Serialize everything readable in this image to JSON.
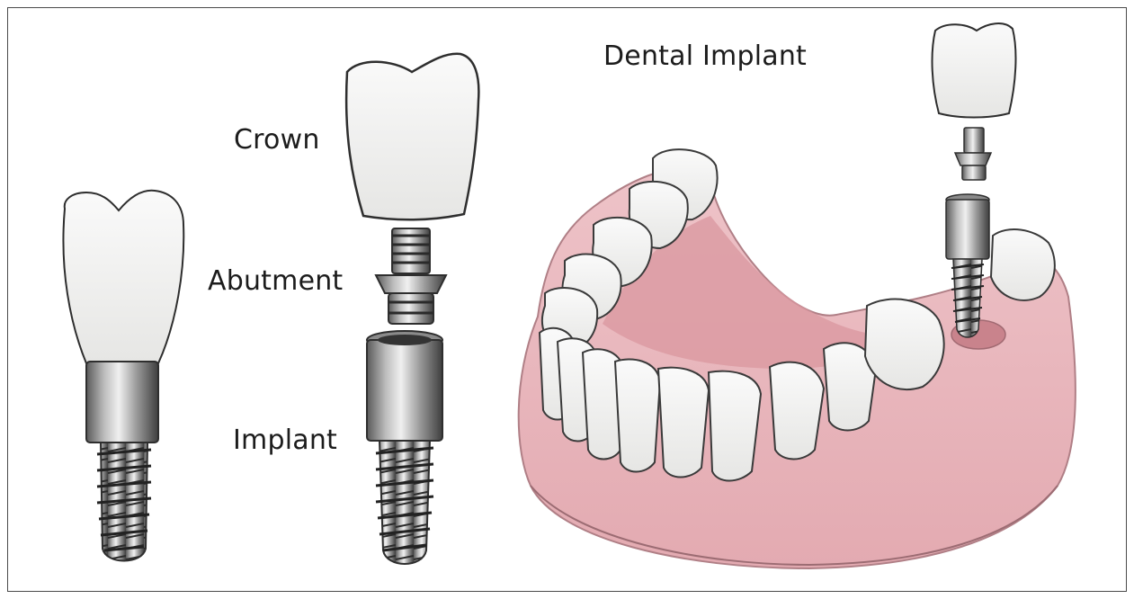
{
  "labels": {
    "crown": "Crown",
    "abutment": "Abutment",
    "implant": "Implant",
    "title": "Dental Implant"
  },
  "colors": {
    "gum": "#e9b7bd",
    "gum_dark": "#c98d95",
    "tooth": "#f4f4f2",
    "metal_light": "#d9d9d9",
    "metal_dark": "#3c3c3c",
    "outline": "#2e2e2e"
  }
}
